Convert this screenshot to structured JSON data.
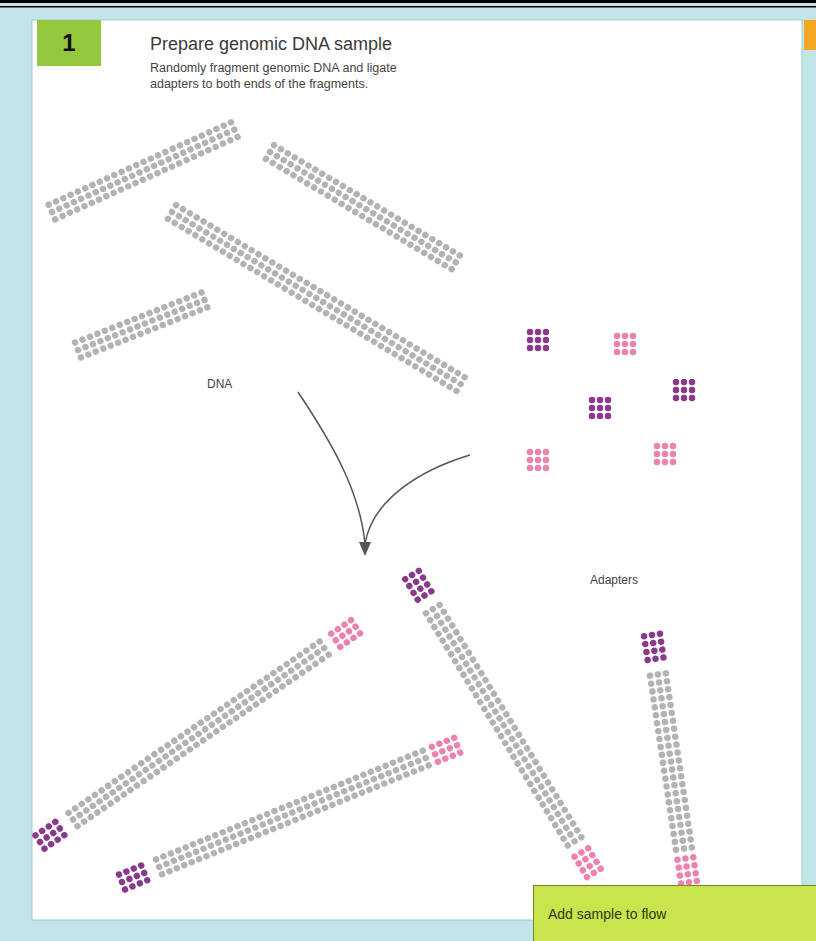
{
  "diagram": {
    "title": "Prepare genomic DNA sample",
    "nodes": [
      {
        "text": [
          "1"
        ]
      },
      {
        "text": [
          "Add sample to flow"
        ]
      }
    ],
    "labels": [
      "Randomly fragment genomic DNA and ligate adapters to both ends of the fragments.",
      "DNA",
      "Adapters"
    ]
  }
}
